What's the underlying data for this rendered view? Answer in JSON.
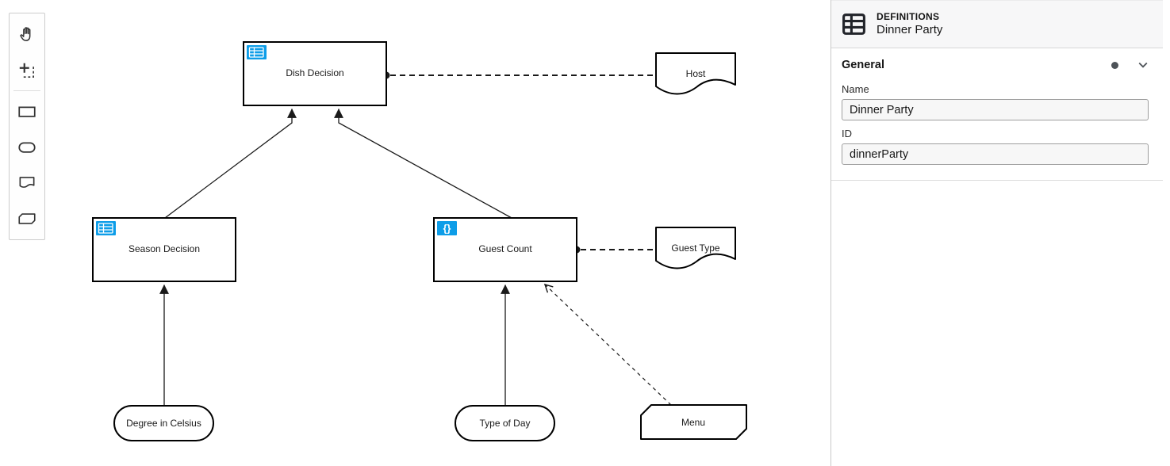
{
  "colors": {
    "badge_blue": "#0d9de8",
    "shape_stroke": "#000000",
    "edge_stroke": "#1a1a1a",
    "panel_header_bg": "#f7f7f8",
    "icon_dark": "#22242a"
  },
  "palette": {
    "items": [
      {
        "icon": "hand-tool-icon"
      },
      {
        "icon": "lasso-tool-icon"
      },
      {
        "icon": "decision-shape-icon"
      },
      {
        "icon": "input-data-shape-icon"
      },
      {
        "icon": "knowledge-source-shape-icon"
      },
      {
        "icon": "business-knowledge-model-shape-icon"
      }
    ]
  },
  "diagram": {
    "decisions": [
      {
        "label": "Dish Decision",
        "badge": "decision-table"
      },
      {
        "label": "Season Decision",
        "badge": "decision-table"
      },
      {
        "label": "Guest Count",
        "badge": "literal-expression",
        "badge_glyph": "{}"
      }
    ],
    "knowledge_sources": [
      {
        "label": "Host"
      },
      {
        "label": "Guest Type"
      }
    ],
    "business_knowledge_models": [
      {
        "label": "Menu"
      }
    ],
    "input_data": [
      {
        "label": "Degree in Celsius"
      },
      {
        "label": "Type of Day"
      }
    ]
  },
  "panel": {
    "header": {
      "type_label": "DEFINITIONS",
      "name": "Dinner Party"
    },
    "general": {
      "title": "General",
      "name_label": "Name",
      "name_value": "Dinner Party",
      "id_label": "ID",
      "id_value": "dinnerParty"
    }
  }
}
